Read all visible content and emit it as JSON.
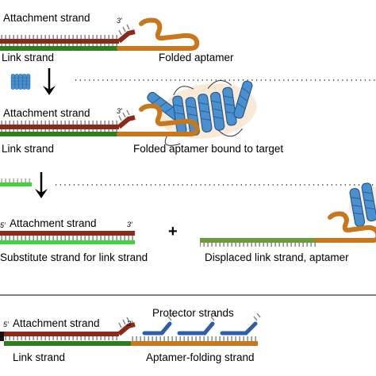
{
  "labels": {
    "attachment_strand": "Attachment strand",
    "link_strand": "Link strand",
    "folded_aptamer": "Folded aptamer",
    "folded_aptamer_bound": "Folded aptamer bound to target",
    "substitute_strand": "Substitute strand for link strand",
    "displaced": "Displaced link strand, aptamer",
    "protector_strands": "Protector strands",
    "aptamer_folding_strand": "Aptamer-folding strand",
    "five_prime": "5′",
    "three_prime": "3′",
    "plus": "+"
  },
  "colors": {
    "attachment": "#8b2a1a",
    "link": "#2f7d1e",
    "aptamer": "#c8781a",
    "protector": "#2f5ea8",
    "target_blue": "#4a90d0",
    "substitute_green": "#3cd63c",
    "displaced_olive": "#6d9a3a",
    "teeth": "#6e6e6e"
  },
  "icons": [
    "down-arrow-icon",
    "dotted-separator",
    "target-protein-icon"
  ]
}
